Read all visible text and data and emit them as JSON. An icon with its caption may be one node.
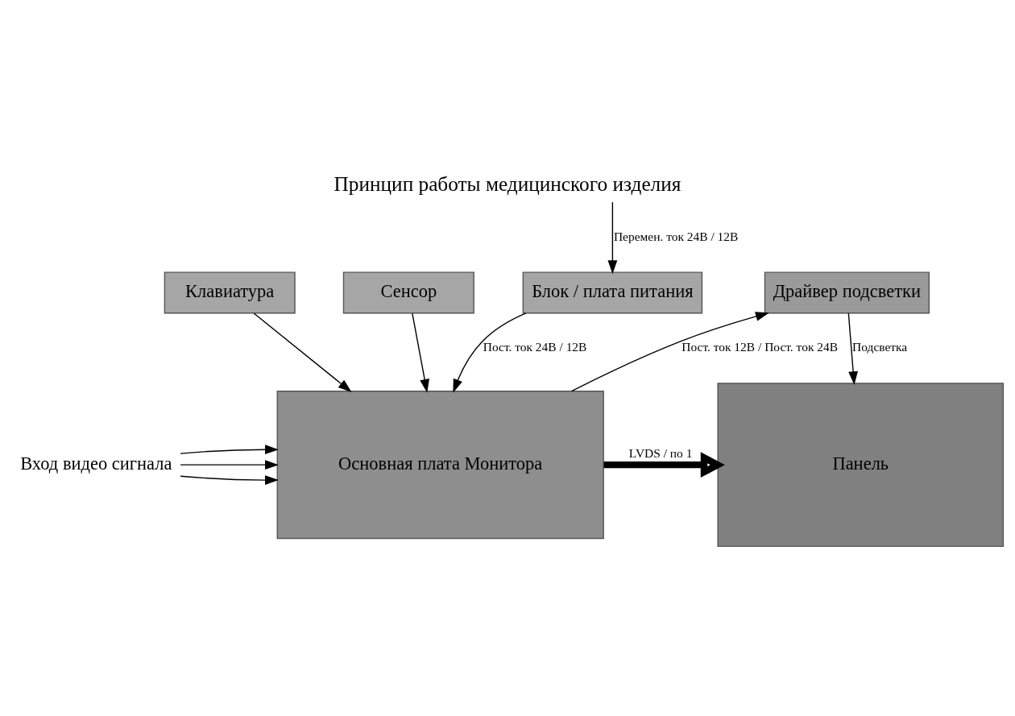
{
  "diagram": {
    "title": "Принцип работы медицинского изделия",
    "nodes": [
      {
        "text": [
          "Сенсор"
        ]
      },
      {
        "text": [
          "Клавиатура"
        ]
      },
      {
        "text": [
          "Драйвер подсветки"
        ]
      },
      {
        "text": [
          "Основная плата Монитора"
        ]
      },
      {
        "text": [
          "Панель"
        ]
      },
      {
        "text": [
          "Блок / плата питания"
        ]
      },
      {
        "text": [
          "Вход видео сигнала"
        ]
      }
    ],
    "edges": [
      {
        "from": 0,
        "to": 3,
        "arrow": "to"
      },
      {
        "from": 1,
        "to": 3,
        "arrow": "to"
      },
      {
        "from": 3,
        "to": 2,
        "arrow": "to",
        "label": "Пост. ток 12В / Пост. ток 24В"
      },
      {
        "from": 2,
        "to": 4,
        "arrow": "to",
        "label": "Подсветка"
      },
      {
        "from": 3,
        "to": 4,
        "arrow": "to",
        "label": "LVDS / по 1",
        "style": "thick"
      },
      {
        "from": 5,
        "to": 3,
        "arrow": "to",
        "label": "Пост. ток 24В / 12В"
      },
      {
        "from": null,
        "to": 5,
        "arrow": "to",
        "label": "Перемен. ток 24В / 12В"
      },
      {
        "from": 6,
        "to": 3,
        "arrow": "to"
      },
      {
        "from": 6,
        "to": 3,
        "arrow": "to"
      },
      {
        "from": 6,
        "to": 3,
        "arrow": "to"
      }
    ]
  }
}
